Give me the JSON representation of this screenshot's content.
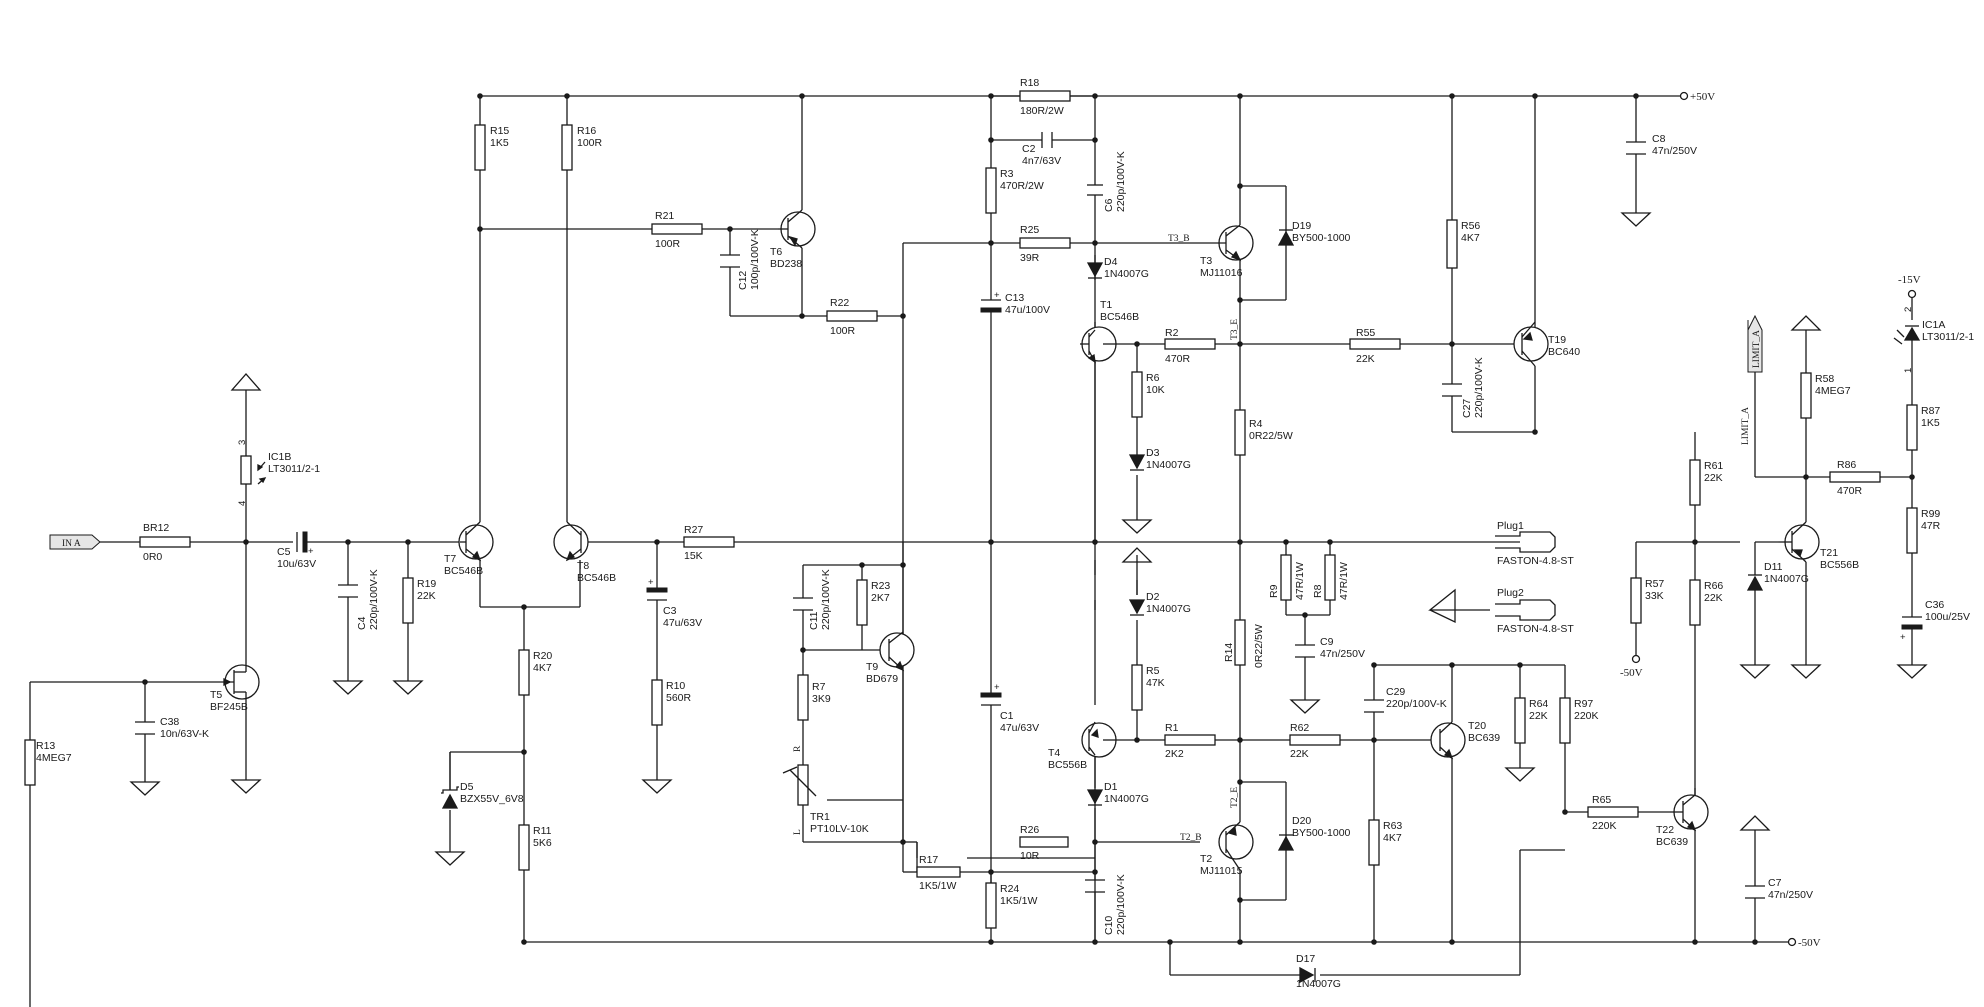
{
  "rails": {
    "pos": "+50V",
    "neg": "-50V",
    "neg15": "-15V",
    "neg50_small": "-50V"
  },
  "ports": {
    "input": "IN A",
    "limit": "LIMIT_A",
    "limit_net": "LIMIT_A"
  },
  "ic": {
    "ic1b": {
      "ref": "IC1B",
      "part": "LT3011/2-1",
      "pin_top": "3",
      "pin_bot": "4"
    },
    "ic1a": {
      "ref": "IC1A",
      "part": "LT3011/2-1",
      "pin_top": "2",
      "pin_bot": "1"
    }
  },
  "resistors": {
    "br12": {
      "ref": "BR12",
      "val": "0R0"
    },
    "r15": {
      "ref": "R15",
      "val": "1K5"
    },
    "r16": {
      "ref": "R16",
      "val": "100R"
    },
    "r21": {
      "ref": "R21",
      "val": "100R"
    },
    "r22": {
      "ref": "R22",
      "val": "100R"
    },
    "r18": {
      "ref": "R18",
      "val": "180R/2W"
    },
    "r3": {
      "ref": "R3",
      "val": "470R/2W"
    },
    "r25": {
      "ref": "R25",
      "val": "39R"
    },
    "r2": {
      "ref": "R2",
      "val": "470R"
    },
    "r6": {
      "ref": "R6",
      "val": "10K"
    },
    "r4": {
      "ref": "R4",
      "val": "0R22/5W"
    },
    "r55": {
      "ref": "R55",
      "val": "22K"
    },
    "r56": {
      "ref": "R56",
      "val": "4K7"
    },
    "r58": {
      "ref": "R58",
      "val": "4MEG7"
    },
    "r87": {
      "ref": "R87",
      "val": "1K5"
    },
    "r86": {
      "ref": "R86",
      "val": "470R"
    },
    "r99": {
      "ref": "R99",
      "val": "47R"
    },
    "r61": {
      "ref": "R61",
      "val": "22K"
    },
    "r57": {
      "ref": "R57",
      "val": "33K"
    },
    "r66": {
      "ref": "R66",
      "val": "22K"
    },
    "r19": {
      "ref": "R19",
      "val": "22K"
    },
    "r20": {
      "ref": "R20",
      "val": "4K7"
    },
    "r11": {
      "ref": "R11",
      "val": "5K6"
    },
    "r13": {
      "ref": "R13",
      "val": "4MEG7"
    },
    "r27": {
      "ref": "R27",
      "val": "15K"
    },
    "r10": {
      "ref": "R10",
      "val": "560R"
    },
    "r23": {
      "ref": "R23",
      "val": "2K7"
    },
    "r7": {
      "ref": "R7",
      "val": "3K9"
    },
    "r17": {
      "ref": "R17",
      "val": "1K5/1W"
    },
    "r26": {
      "ref": "R26",
      "val": "10R"
    },
    "r24": {
      "ref": "R24",
      "val": "1K5/1W"
    },
    "r5": {
      "ref": "R5",
      "val": "47K"
    },
    "r1": {
      "ref": "R1",
      "val": "2K2"
    },
    "r14": {
      "ref": "R14",
      "val": "0R22/5W"
    },
    "r9": {
      "ref": "R9",
      "val": "47R/1W"
    },
    "r8": {
      "ref": "R8",
      "val": "47R/1W"
    },
    "r62": {
      "ref": "R62",
      "val": "22K"
    },
    "r63": {
      "ref": "R63",
      "val": "4K7"
    },
    "r64": {
      "ref": "R64",
      "val": "22K"
    },
    "r97": {
      "ref": "R97",
      "val": "220K"
    },
    "r65": {
      "ref": "R65",
      "val": "220K"
    }
  },
  "capacitors": {
    "c2": {
      "ref": "C2",
      "val": "4n7/63V"
    },
    "c6": {
      "ref": "C6",
      "val": "220p/100V-K"
    },
    "c8": {
      "ref": "C8",
      "val": "47n/250V"
    },
    "c13": {
      "ref": "C13",
      "val": "47u/100V"
    },
    "c12": {
      "ref": "C12",
      "val": "100p/100V-K"
    },
    "c27": {
      "ref": "C27",
      "val": "220p/100V-K"
    },
    "c5": {
      "ref": "C5",
      "val": "10u/63V"
    },
    "c4": {
      "ref": "C4",
      "val": "220p/100V-K"
    },
    "c3": {
      "ref": "C3",
      "val": "47u/63V"
    },
    "c38": {
      "ref": "C38",
      "val": "10n/63V-K"
    },
    "c11": {
      "ref": "C11",
      "val": "220p/100V-K"
    },
    "c1": {
      "ref": "C1",
      "val": "47u/63V"
    },
    "c10": {
      "ref": "C10",
      "val": "220p/100V-K"
    },
    "c9": {
      "ref": "C9",
      "val": "47n/250V"
    },
    "c29": {
      "ref": "C29",
      "val": "220p/100V-K"
    },
    "c7": {
      "ref": "C7",
      "val": "47n/250V"
    },
    "c36": {
      "ref": "C36",
      "val": "100u/25V"
    }
  },
  "diodes": {
    "d19": {
      "ref": "D19",
      "val": "BY500-1000"
    },
    "d4": {
      "ref": "D4",
      "val": "1N4007G"
    },
    "d3": {
      "ref": "D3",
      "val": "1N4007G"
    },
    "d2": {
      "ref": "D2",
      "val": "1N4007G"
    },
    "d1": {
      "ref": "D1",
      "val": "1N4007G"
    },
    "d20": {
      "ref": "D20",
      "val": "BY500-1000"
    },
    "d17": {
      "ref": "D17",
      "val": "1N4007G"
    },
    "d5": {
      "ref": "D5",
      "val": "BZX55V_6V8"
    },
    "d11": {
      "ref": "D11",
      "val": "1N4007G"
    }
  },
  "transistors": {
    "t6": {
      "ref": "T6",
      "val": "BD238"
    },
    "t3": {
      "ref": "T3",
      "val": "MJ11016"
    },
    "t1": {
      "ref": "T1",
      "val": "BC546B"
    },
    "t19": {
      "ref": "T19",
      "val": "BC640"
    },
    "t7": {
      "ref": "T7",
      "val": "BC546B"
    },
    "t8": {
      "ref": "T8",
      "val": "BC546B"
    },
    "t5": {
      "ref": "T5",
      "val": "BF245B"
    },
    "t9": {
      "ref": "T9",
      "val": "BD679"
    },
    "t4": {
      "ref": "T4",
      "val": "BC556B"
    },
    "t2": {
      "ref": "T2",
      "val": "MJ11015"
    },
    "t20": {
      "ref": "T20",
      "val": "BC639"
    },
    "t22": {
      "ref": "T22",
      "val": "BC639"
    },
    "t21": {
      "ref": "T21",
      "val": "BC556B"
    }
  },
  "trimmer": {
    "ref": "TR1",
    "val": "PT10LV-10K",
    "pin_r": "R",
    "pin_l": "L"
  },
  "plugs": {
    "plug1": {
      "ref": "Plug1",
      "val": "FASTON-4.8-ST"
    },
    "plug2": {
      "ref": "Plug2",
      "val": "FASTON-4.8-ST"
    }
  },
  "nets": {
    "t3b": "T3_B",
    "t3e": "T3_E",
    "t2b": "T2_B",
    "t2e": "T2_E"
  }
}
